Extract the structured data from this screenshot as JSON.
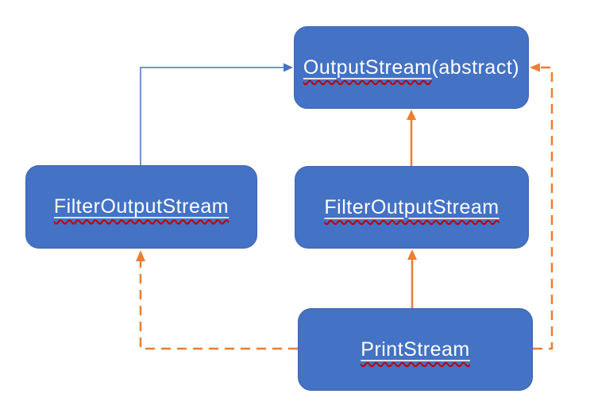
{
  "colors": {
    "background": "#FFFFFF",
    "node-fill": "#4472C4",
    "node-border": "#3E64AE",
    "node-text": "#FFFFFF",
    "edge-blue": "#4472C4",
    "edge-orange": "#ED7D31",
    "squiggle-red": "#C00000",
    "underline": "rgba(255,255,255,0.8)"
  },
  "nodes": {
    "outputstream": {
      "underlined": "OutputStream",
      "plain": "(abstract)"
    },
    "filter_left": {
      "underlined": "FilterOutputStream",
      "plain": ""
    },
    "filter_middle": {
      "underlined": "FilterOutputStream",
      "plain": ""
    },
    "printstream": {
      "underlined": "PrintStream",
      "plain": ""
    }
  },
  "edges": [
    {
      "from": "FilterOutputStream (left)",
      "to": "OutputStream(abstract)",
      "style": "solid",
      "color": "blue",
      "route": "up-then-right"
    },
    {
      "from": "FilterOutputStream (middle)",
      "to": "OutputStream(abstract)",
      "style": "solid",
      "color": "orange",
      "route": "straight-up"
    },
    {
      "from": "PrintStream",
      "to": "FilterOutputStream (middle)",
      "style": "solid",
      "color": "orange",
      "route": "straight-up"
    },
    {
      "from": "PrintStream",
      "to": "FilterOutputStream (left)",
      "style": "dashed",
      "color": "orange",
      "route": "left-then-up"
    },
    {
      "from": "PrintStream",
      "to": "OutputStream(abstract)",
      "style": "dashed",
      "color": "orange",
      "route": "right-up-then-left"
    }
  ]
}
